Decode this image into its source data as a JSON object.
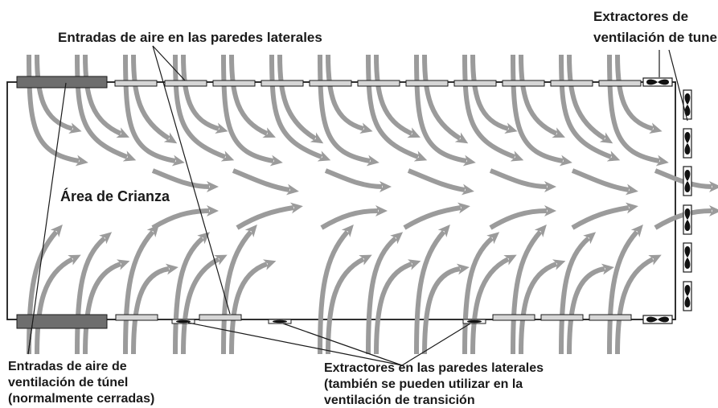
{
  "labels": {
    "side_inlets": "Entradas de aire en las paredes laterales",
    "tunnel_fans_line1": "Extractores de",
    "tunnel_fans_line2": "ventilación de tunel",
    "rearing_area": "Área de Crianza",
    "tunnel_inlets_line1": "Entradas de aire de",
    "tunnel_inlets_line2": "ventilación de túnel",
    "tunnel_inlets_line3": "(normalmente cerradas)",
    "side_fans_line1": "Extractores en las paredes laterales",
    "side_fans_line2": "(también se pueden utilizar en la",
    "side_fans_line3": "ventilación de transición"
  },
  "colors": {
    "arrow": "#9b9b9b",
    "inlet_fill": "#d6d6d6",
    "tunnel_inlet_fill": "#6e6e6e",
    "outline": "#1a1a1a"
  }
}
